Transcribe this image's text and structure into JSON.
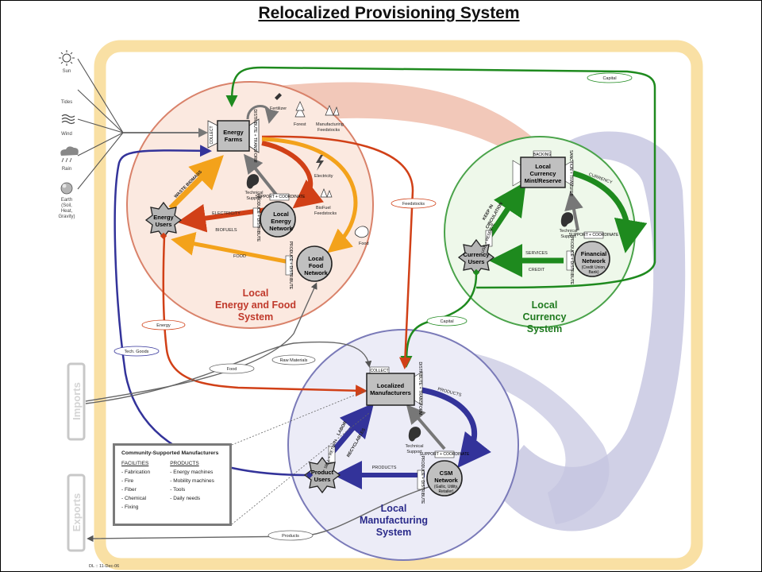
{
  "title": "Relocalized Provisioning System",
  "footer": "DL :: 11-Dec-06",
  "sources": [
    "Sun",
    "Tides",
    "Wind",
    "Rain",
    "Earth",
    "(Soil,",
    "Heat,",
    "Gravity)"
  ],
  "systems": {
    "energy_food": [
      "Local",
      "Energy and Food",
      "System"
    ],
    "currency": [
      "Local",
      "Currency",
      "System"
    ],
    "manufacturing": [
      "Local",
      "Manufacturing",
      "System"
    ]
  },
  "nodes": {
    "energy_farms": [
      "Energy",
      "Farms"
    ],
    "energy_users": [
      "Energy",
      "Users"
    ],
    "local_energy_network": [
      "Local",
      "Energy",
      "Network"
    ],
    "local_food_network": [
      "Local",
      "Food",
      "Network"
    ],
    "currency_mint": [
      "Local",
      "Currency",
      "Mint/Reserve"
    ],
    "currency_users": [
      "Currency",
      "Users"
    ],
    "financial_network": [
      "Financial",
      "Network",
      "(Credit Union,",
      "Bank)"
    ],
    "localized_manufacturers": [
      "Localized",
      "Manufacturers"
    ],
    "product_users": [
      "Product",
      "Users"
    ],
    "csm_network": [
      "CSM",
      "Network",
      "(Gallic, Utility,",
      "Retailer)"
    ]
  },
  "flow_labels": {
    "waste_biomass": "WASTE BIOMASS",
    "electricity": "ELECTRICITY",
    "biofuels": "BIOFUELS",
    "food": "FOOD",
    "currency": "CURRENCY",
    "services": "SERVICES",
    "credit": "CREDIT",
    "keep_in_circulation": [
      "KEEP IN",
      "CIRCULATION"
    ],
    "products_1": "PRODUCTS",
    "products_2": "PRODUCTS",
    "labor": "LABOR",
    "recyclables": "RECYCLABLES"
  },
  "tags": {
    "capital_top": "Capital",
    "capital_mid": "Capital",
    "feedstocks": "Feedstocks",
    "energy": "Energy",
    "tech_goods": "Tech. Goods",
    "food": "Food",
    "raw_materials": "Raw Materials",
    "products": "Products"
  },
  "small": {
    "collect": "COLLECT",
    "distribute_transform": "DISTRIBUTE + TRANSFORM",
    "sell_return": "SELL + RETURN",
    "support_coordinate": "SUPPORT + COORDINATE",
    "produce_distribute": "PRODUCE + DISTRIBUTE",
    "backing": "BACKING",
    "sanctions_trans": "SANCTION + TRANSFER",
    "use_reserve": "USE + RESERVE"
  },
  "annotations": {
    "fertilizer": "Fertilizer",
    "forest": "Forest",
    "manufacturing_feedstocks": [
      "Manufacturing",
      "Feedstocks"
    ],
    "electricity": "Electricity",
    "technical_support": [
      "Technical",
      "Support"
    ],
    "biofuel_feedstocks": [
      "BioFuel",
      "Feedstocks"
    ],
    "food": "Food"
  },
  "sides": {
    "imports": "Imports",
    "exports": "Exports"
  },
  "legend": {
    "title": "Community-Supported Manufacturers",
    "facilities_header": "FACILITIES",
    "products_header": "PRODUCTS",
    "facilities": [
      "- Fabrication",
      "- Fire",
      "- Fiber",
      "- Chemical",
      "- Fixing"
    ],
    "products": [
      "- Energy machines",
      "- Mobility machines",
      "- Tools",
      "- Daily needs"
    ]
  },
  "colors": {
    "band": "#f9e0a4",
    "energy_ring": "#d9826a",
    "currency_ring": "#4aa34a",
    "manufacturing_ring": "#7a7ab8",
    "red_flow": "#d14017",
    "orange_flow": "#f3a21b",
    "green_flow": "#1e8a1e",
    "blue_flow": "#33339a",
    "system_red": "#c0392b",
    "system_green": "#1f7a1f",
    "system_blue": "#2a2a8a"
  }
}
